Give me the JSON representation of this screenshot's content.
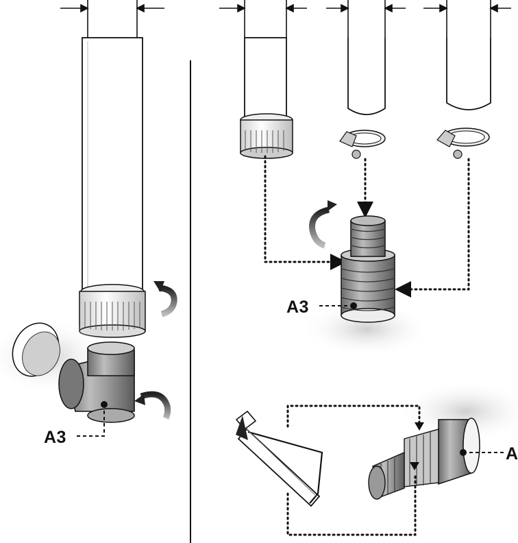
{
  "labels": {
    "a3_left": "A3",
    "a3_middle": "A3",
    "a3_right": "A"
  },
  "colors": {
    "outline": "#1a1a1a",
    "fitting_gray": "#9a9a9a",
    "dark_gray": "#555555",
    "shadow": "#d9d9d9",
    "background": "#ffffff"
  },
  "icons": [
    "rotate-arrow-icon",
    "hacksaw-icon",
    "hose-clamp-icon"
  ]
}
